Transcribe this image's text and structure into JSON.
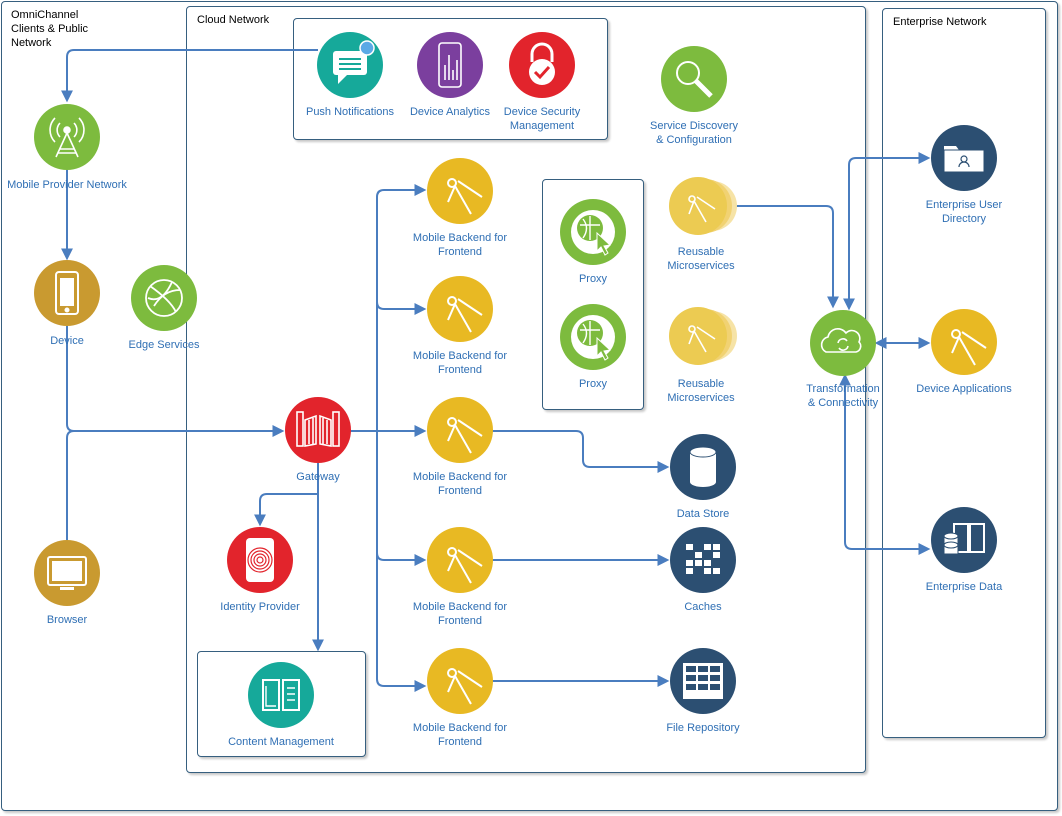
{
  "zones": {
    "omnichannel": "OmniChannel\nClients & Public\nNetwork",
    "cloud": "Cloud Network",
    "enterprise": "Enterprise Network"
  },
  "nodes": {
    "push": "Push Notifications",
    "analytics": "Device Analytics",
    "security": "Device Security\nManagement",
    "discovery": "Service Discovery\n& Configuration",
    "mobile_provider": "Mobile Provider Network",
    "device": "Device",
    "edge": "Edge Services",
    "browser": "Browser",
    "gateway": "Gateway",
    "identity": "Identity Provider",
    "content": "Content Management",
    "backend1": "Mobile Backend for\nFrontend",
    "backend2": "Mobile Backend for\nFrontend",
    "backend3": "Mobile Backend for\nFrontend",
    "backend4": "Mobile Backend for\nFrontend",
    "backend5": "Mobile Backend for\nFrontend",
    "proxy1": "Proxy",
    "proxy2": "Proxy",
    "micro1": "Reusable\nMicroservices",
    "micro2": "Reusable\nMicroservices",
    "datastore": "Data Store",
    "caches": "Caches",
    "filerepo": "File Repository",
    "transform": "Transformation\n& Connectivity",
    "user_dir": "Enterprise User Directory",
    "device_apps": "Device Applications",
    "ent_data": "Enterprise Data"
  },
  "colors": {
    "edge": "#4a7dbf",
    "green": "#7dbb3e",
    "gold": "#c99a30",
    "yellow": "#e8b923",
    "red": "#e2242c",
    "navy": "#2c4f72",
    "teal": "#16a99a",
    "purple": "#7b3f9e",
    "border": "#365f7f"
  },
  "icons": {
    "push": "chat-bubble-icon",
    "analytics": "smartphone-chart-icon",
    "security": "padlock-check-icon",
    "discovery": "magnifier-icon",
    "mobile_provider": "antenna-tower-icon",
    "device": "smartphone-icon",
    "edge": "globe-icon",
    "browser": "monitor-icon",
    "gateway": "gate-icon",
    "identity": "fingerprint-icon",
    "content": "open-book-icon",
    "backend": "drafting-compass-icon",
    "proxy": "globe-cursor-icon",
    "datastore": "database-icon",
    "caches": "grid-blocks-icon",
    "filerepo": "file-cabinet-icon",
    "transform": "cloud-sync-icon",
    "user_dir": "folder-user-icon",
    "ent_data": "book-database-icon"
  }
}
